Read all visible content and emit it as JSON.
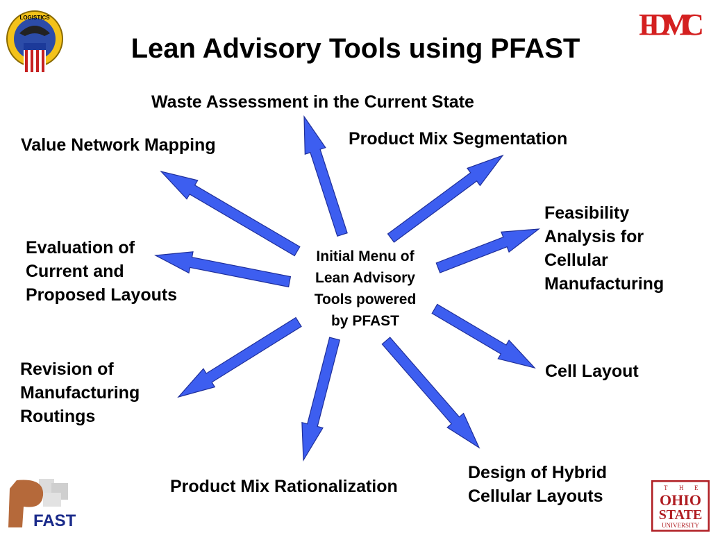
{
  "title": "Lean Advisory Tools using PFAST",
  "center_label": [
    "Initial Menu of",
    "Lean Advisory",
    "Tools powered",
    "by PFAST"
  ],
  "labels": {
    "waste": [
      "Waste Assessment in the Current State"
    ],
    "product_mix_seg": [
      "Product Mix Segmentation"
    ],
    "value_network": [
      "Value Network Mapping"
    ],
    "feasibility": [
      "Feasibility",
      "Analysis for",
      "Cellular",
      "Manufacturing"
    ],
    "evaluation": [
      "Evaluation of",
      "Current and",
      "Proposed Layouts"
    ],
    "cell_layout": [
      "Cell Layout"
    ],
    "revision": [
      "Revision of",
      "Manufacturing",
      "Routings"
    ],
    "hybrid": [
      "Design of Hybrid",
      "Cellular Layouts"
    ],
    "rationalization": [
      "Product Mix Rationalization"
    ]
  },
  "logos": {
    "top_left": "defense-logistics-agency-seal",
    "top_right": "FDMC",
    "bottom_left": "FAST",
    "bottom_right": [
      "T",
      "H",
      "E",
      "OHIO",
      "STATE",
      "UNIVERSITY"
    ]
  },
  "colors": {
    "arrow_fill": "#3d5ef0",
    "arrow_stroke": "#1f2f9a",
    "fdmc_red": "#d42020",
    "osu_red": "#b01e23",
    "pfast_brown": "#b5693a"
  }
}
